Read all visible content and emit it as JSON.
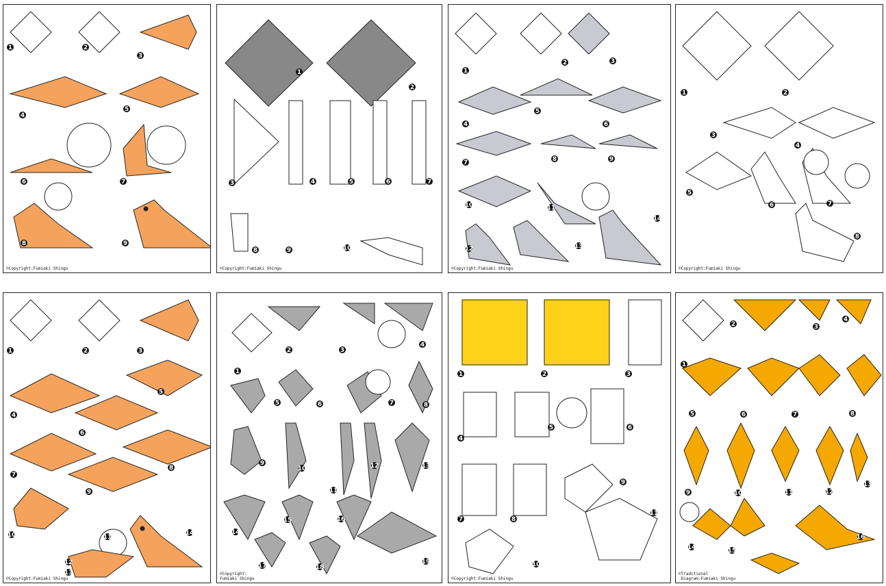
{
  "panels": [
    {
      "id": "p1",
      "copyright": "©Copyright:Fumiaki Shingu",
      "color": "#f5a35c",
      "steps": [
        "1",
        "2",
        "3",
        "4",
        "5",
        "6",
        "7",
        "8",
        "9"
      ]
    },
    {
      "id": "p2",
      "copyright": "©Copyright:Fumiaki Shingu",
      "color": "#888888",
      "steps": [
        "1",
        "2",
        "3",
        "4",
        "5",
        "6",
        "7",
        "8",
        "9",
        "10"
      ]
    },
    {
      "id": "p3",
      "copyright": "©Copyright:Fumiaki Shingu",
      "color": "#c9c9d2",
      "steps": [
        "1",
        "2",
        "3",
        "4",
        "5",
        "6",
        "7",
        "8",
        "9",
        "10",
        "11",
        "12",
        "13",
        "14"
      ]
    },
    {
      "id": "p4",
      "copyright": "©Copyright:Fumiaki Shingu",
      "color": "#ffffff",
      "steps": [
        "1",
        "2",
        "3",
        "4",
        "5",
        "6",
        "7",
        "8"
      ]
    },
    {
      "id": "p5",
      "copyright": "©Copyright:Fumiaki Shingu",
      "color": "#f5a35c",
      "steps": [
        "1",
        "2",
        "3",
        "4",
        "5",
        "6",
        "7",
        "8",
        "9",
        "10",
        "11",
        "12",
        "13",
        "14"
      ]
    },
    {
      "id": "p6",
      "copyright": "©Copyright:\nFumiaki Shingu",
      "color": "#a9a9a9",
      "steps": [
        "1",
        "2",
        "3",
        "4",
        "5",
        "6",
        "7",
        "8",
        "9",
        "10",
        "11",
        "12",
        "13",
        "14",
        "15",
        "16",
        "17",
        "18",
        "19"
      ]
    },
    {
      "id": "p7",
      "copyright": "©Copyright:Fumiaki Shingu",
      "color": "#ffd21a",
      "steps": [
        "1",
        "2",
        "3",
        "4",
        "5",
        "6",
        "7",
        "8",
        "9",
        "10",
        "11"
      ]
    },
    {
      "id": "p8",
      "copyright": "©Traditional\n Diagram:Fumiaki Shingu",
      "color": "#f5a800",
      "steps": [
        "1",
        "2",
        "3",
        "4",
        "5",
        "6",
        "7",
        "8",
        "9",
        "10",
        "11",
        "12",
        "13",
        "14",
        "15",
        "16"
      ]
    }
  ]
}
